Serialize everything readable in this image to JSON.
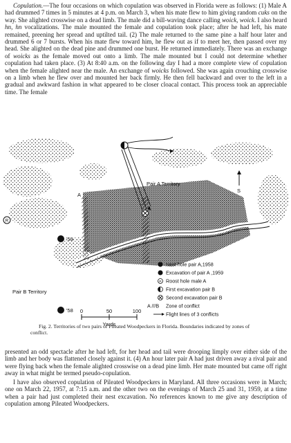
{
  "para1": {
    "heading": "Copulation.",
    "s1": "—The four occasions on which copulation was observed in Florida were as follows: (1) Male A had drummed 7 times in 5 minutes at 4 p.m. on March 3, when his mate flew to him giving random ",
    "w1": "cuks",
    "s2": " on the way. She alighted crosswise on a dead limb. The male did a bill-waving dance calling ",
    "w2": "woick, woick",
    "s3": ". I also heard ",
    "w3": "hn, hn",
    "s4": " vocalizations. The male mounted the female and copulation took place; after he had left, his mate remained, preening her spread and uptilted tail. (2) The male returned to the same pine a half hour later and drummed 6 or 7 bursts. When his mate flew toward him, he flew out as if to meet her, then passed over my head. She alighted on the dead pine and drummed one burst. He returned immediately. There was an exchange of ",
    "w4": "woicks",
    "s5": " as the female moved out onto a limb. The male mounted but I could not determine whether copulation had taken place. (3) At 8:40 a.m. on the following day I had a more complete view of copulation when the female alighted near the male. An exchange of ",
    "w5": "woicks",
    "s6": " followed. She was again crouching crosswise on a limb when he flew over and mounted her back firmly. He then fell backward and over to the left in a gradual and awkward fashion in what appeared to be closer cloacal contact. This process took an appreciable time. The female"
  },
  "figure": {
    "labels": {
      "pairA": "Pair A Territory",
      "pairB": "Pair B Territory",
      "north": "S",
      "markA": "A",
      "markR": "R",
      "y59": "'59",
      "y58": "'58"
    },
    "scale": {
      "t0": "0",
      "t50": "50",
      "t100": "100",
      "unit": "Yards"
    },
    "legend": [
      "Nest hole pair A,1958",
      "Excavation of pair A ,1959",
      "Roost hole male A",
      "First excavation pair B",
      "Second excavation pair B",
      "Zone of conflict",
      "Flight lines of 3 conflicts"
    ],
    "legend_marks": {
      "zone_symbol": "A ///B"
    },
    "caption": "Fig. 2. Territories of two pairs of Pileated Woodpeckers in Florida. Boundaries indicated by zones of conflict."
  },
  "para2": {
    "s1": "presented an odd spectacle after he had left, for her head and tail were drooping limply over either side of the limb and her body was flattened closely against it. (4) An hour later pair A had just driven away a rival pair and were flying back when the female alighted crosswise on a dead pine limb. Her mate mounted but came off right away in what might be termed pseudo-copulation."
  },
  "para3": {
    "s1": "I have also observed copulation of Pileated Woodpeckers in Maryland. All three occasions were in March; one on March 22, 1957, at 7:15 a.m. and the other two on the evenings of March 25 and 31, 1959, at a time when a pair had just completed their nest excavation. No references known to me give any description of copulation among Pileated Woodpeckers."
  }
}
